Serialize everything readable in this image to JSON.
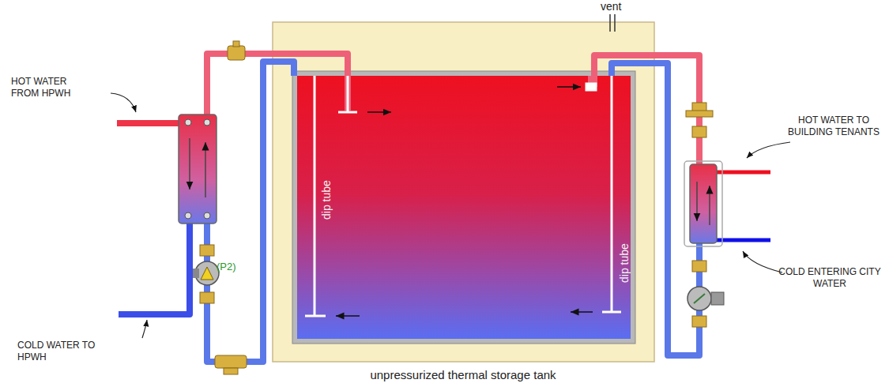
{
  "diagram": {
    "nodes": [
      {
        "text": [
          "dip tube",
          "dip tube",
          "unpressurized thermal storage tank"
        ]
      }
    ],
    "labels": [
      "HOT WATER FROM HPWH",
      "COLD WATER TO HPWH",
      "vent",
      "(P2)",
      "HOT WATER TO BUILDING TENANTS",
      "COLD ENTERING CITY WATER"
    ]
  }
}
